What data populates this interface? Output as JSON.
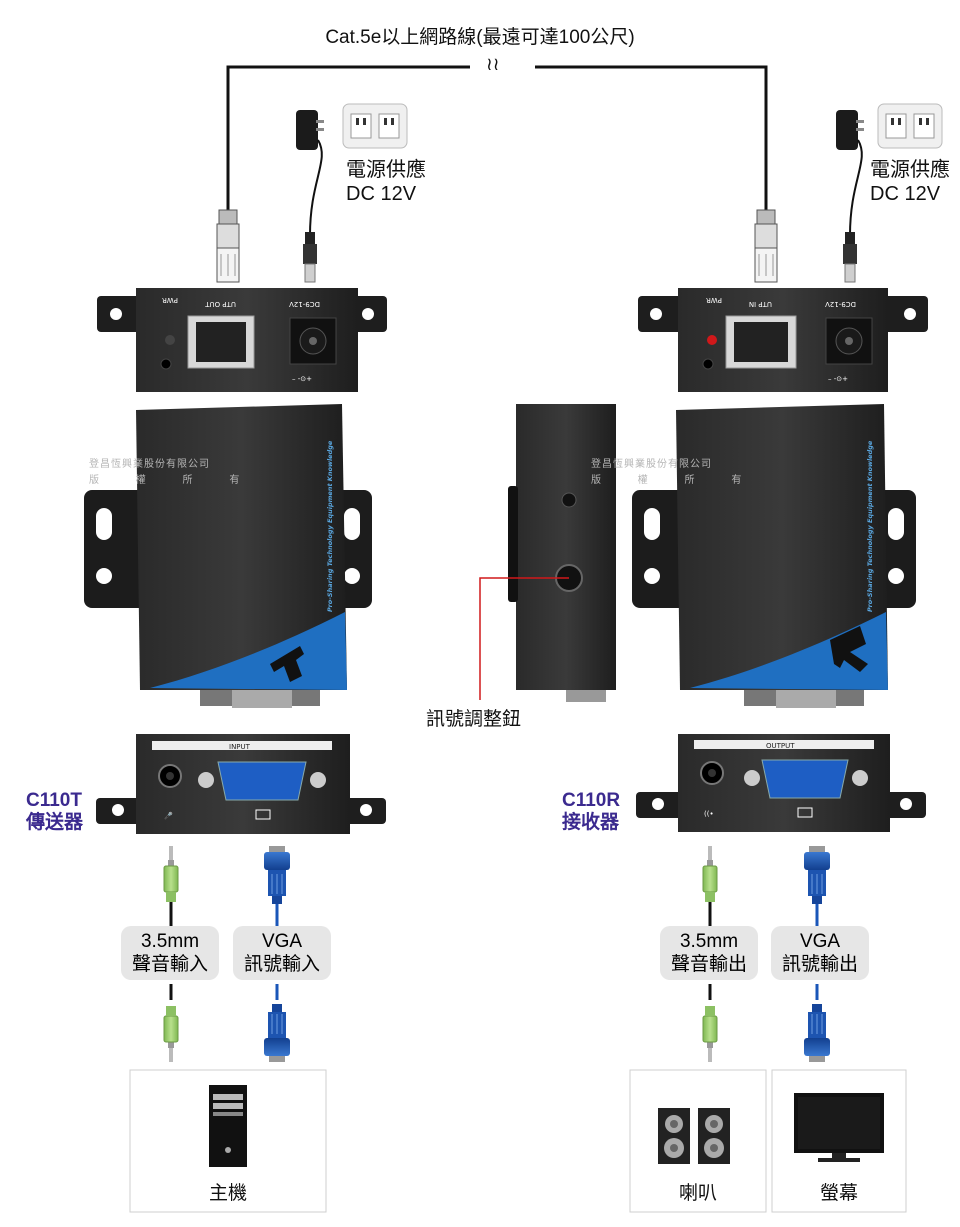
{
  "cable": {
    "title": "Cat.5e以上網路線(最遠可達100公尺)",
    "break_glyph": "≀≀"
  },
  "power_left": {
    "line1": "電源供應",
    "line2": "DC 12V"
  },
  "power_right": {
    "line1": "電源供應",
    "line2": "DC 12V"
  },
  "transmitter": {
    "model": "C110T",
    "name": "傳送器",
    "back_panel": {
      "pwr": "PWR",
      "port": "UTP OUT",
      "dc": "DC9-12V"
    },
    "front_panel": {
      "tag": "INPUT"
    },
    "letter": "T",
    "brand": "Pro-Sharing Technology Equipment Knowledge"
  },
  "receiver": {
    "model": "C110R",
    "name": "接收器",
    "back_panel": {
      "pwr": "PWR",
      "port": "UTP IN",
      "dc": "DC9-12V"
    },
    "front_panel": {
      "tag": "OUTPUT"
    },
    "letter": "R",
    "brand": "Pro-Sharing Technology Equipment Knowledge"
  },
  "watermark": {
    "line1": "登昌恆興業股份有限公司",
    "line2": "版 權 所 有"
  },
  "knob_label": "訊號調整鈕",
  "signals": {
    "audio_in": {
      "line1": "3.5mm",
      "line2": "聲音輸入"
    },
    "vga_in": {
      "line1": "VGA",
      "line2": "訊號輸入"
    },
    "audio_out": {
      "line1": "3.5mm",
      "line2": "聲音輸出"
    },
    "vga_out": {
      "line1": "VGA",
      "line2": "訊號輸出"
    }
  },
  "devices": {
    "host": "主機",
    "speaker": "喇叭",
    "monitor": "螢幕"
  },
  "colors": {
    "model_text": "#3b2a8f",
    "accent_blue": "#1f6fc1",
    "audio_green": "#9ccf6a",
    "vga_blue": "#1a56b8",
    "indicator_red": "#d0181a"
  }
}
